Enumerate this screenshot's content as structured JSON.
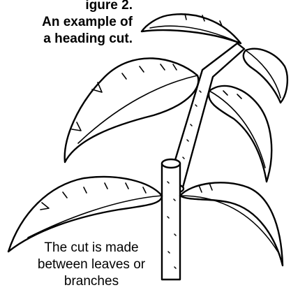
{
  "figure": {
    "label": "igure 2.",
    "title_line1": "An example of",
    "title_line2": "a heading cut."
  },
  "note": {
    "line1": "The cut is made",
    "line2": "between leaves or branches"
  }
}
